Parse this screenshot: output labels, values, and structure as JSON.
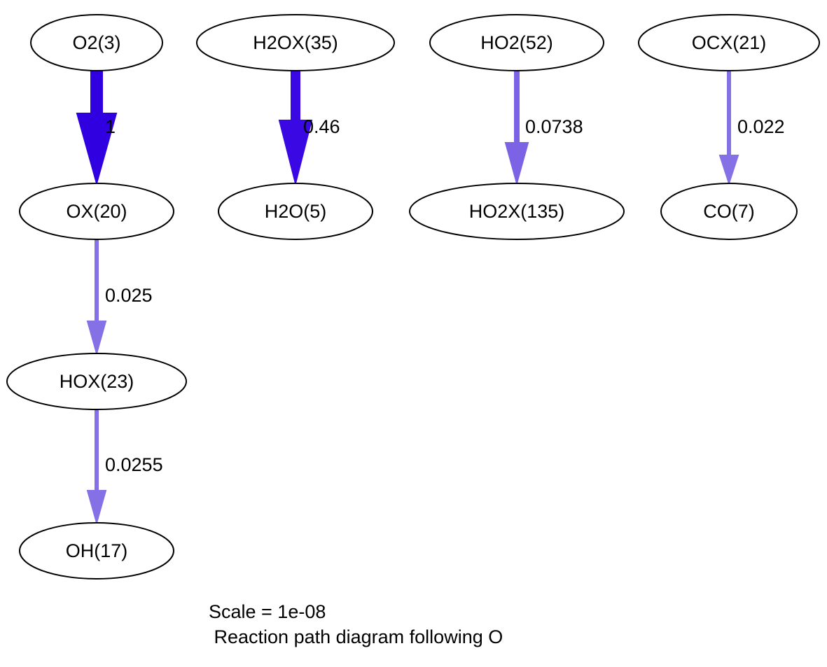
{
  "diagram": {
    "nodes": [
      {
        "id": "o2",
        "label": "O2(3)"
      },
      {
        "id": "h2ox",
        "label": "H2OX(35)"
      },
      {
        "id": "ho2",
        "label": "HO2(52)"
      },
      {
        "id": "ocx",
        "label": "OCX(21)"
      },
      {
        "id": "ox",
        "label": "OX(20)"
      },
      {
        "id": "h2o",
        "label": "H2O(5)"
      },
      {
        "id": "ho2x",
        "label": "HO2X(135)"
      },
      {
        "id": "co",
        "label": "CO(7)"
      },
      {
        "id": "hox",
        "label": "HOX(23)"
      },
      {
        "id": "oh",
        "label": "OH(17)"
      }
    ],
    "edges": [
      {
        "from": "o2",
        "to": "ox",
        "label": "1",
        "flux": 1,
        "color": "#3000e0"
      },
      {
        "from": "h2ox",
        "to": "h2o",
        "label": "0.46",
        "flux": 0.46,
        "color": "#3a08e2"
      },
      {
        "from": "ho2",
        "to": "ho2x",
        "label": "0.0738",
        "flux": 0.0738,
        "color": "#7c63e6"
      },
      {
        "from": "ocx",
        "to": "co",
        "label": "0.022",
        "flux": 0.022,
        "color": "#8570e6"
      },
      {
        "from": "ox",
        "to": "hox",
        "label": "0.025",
        "flux": 0.025,
        "color": "#8570e6"
      },
      {
        "from": "hox",
        "to": "oh",
        "label": "0.0255",
        "flux": 0.0255,
        "color": "#8570e6"
      }
    ],
    "scale_text": "Scale = 1e-08",
    "caption_text": " Reaction path diagram following O"
  }
}
